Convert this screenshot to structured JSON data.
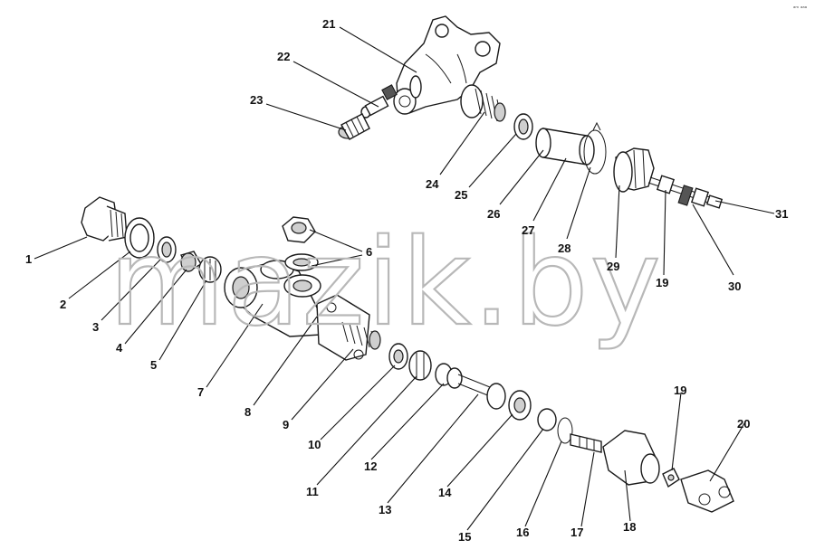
{
  "diagram": {
    "corner_mark": "ᵃᵐ ᵃᵃᵃ",
    "watermark": "mazik.by",
    "parts": [
      {
        "number": "1"
      },
      {
        "number": "2"
      },
      {
        "number": "3"
      },
      {
        "number": "4"
      },
      {
        "number": "5"
      },
      {
        "number": "6"
      },
      {
        "number": "7"
      },
      {
        "number": "8"
      },
      {
        "number": "9"
      },
      {
        "number": "10"
      },
      {
        "number": "11"
      },
      {
        "number": "12"
      },
      {
        "number": "13"
      },
      {
        "number": "14"
      },
      {
        "number": "15"
      },
      {
        "number": "16"
      },
      {
        "number": "17"
      },
      {
        "number": "18"
      },
      {
        "number": "19"
      },
      {
        "number": "20"
      },
      {
        "number": "21"
      },
      {
        "number": "22"
      },
      {
        "number": "23"
      },
      {
        "number": "24"
      },
      {
        "number": "25"
      },
      {
        "number": "26"
      },
      {
        "number": "27"
      },
      {
        "number": "28"
      },
      {
        "number": "29"
      },
      {
        "number": "30"
      },
      {
        "number": "31"
      }
    ],
    "extra_labels": [
      "19"
    ]
  }
}
